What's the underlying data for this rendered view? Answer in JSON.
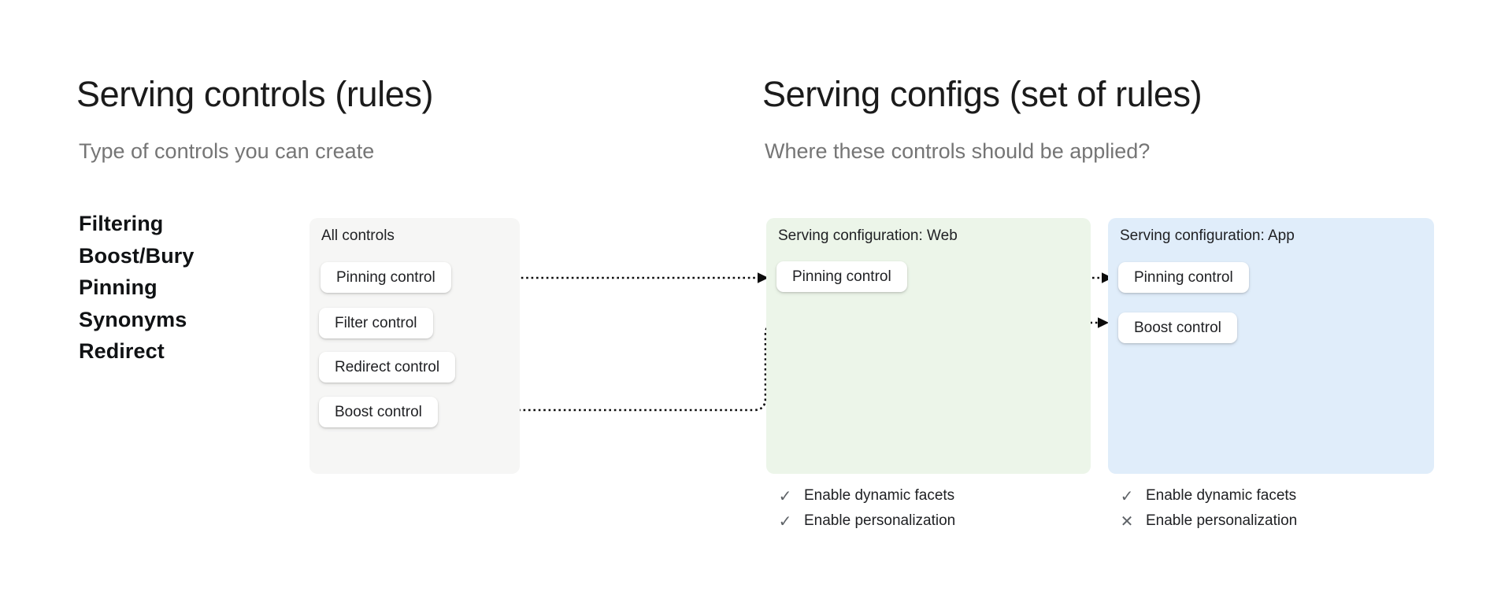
{
  "left_panel": {
    "title": "Serving controls (rules)",
    "subtitle": "Type of controls you can create",
    "control_types": [
      "Filtering",
      "Boost/Bury",
      "Pinning",
      "Synonyms",
      "Redirect"
    ]
  },
  "right_panel": {
    "title": "Serving configs (set of rules)",
    "subtitle": "Where these controls should be applied?"
  },
  "all_controls_card": {
    "title": "All controls",
    "background_color": "#F6F6F5",
    "controls": [
      "Pinning control",
      "Filter control",
      "Redirect control",
      "Boost control"
    ]
  },
  "web_config_card": {
    "title": "Serving configuration: Web",
    "background_color": "#ECF5E9",
    "controls": [
      "Pinning control"
    ],
    "features": [
      {
        "label": "Enable dynamic facets",
        "enabled": true,
        "icon": "check",
        "icon_glyph": "✓"
      },
      {
        "label": "Enable personalization",
        "enabled": true,
        "icon": "check",
        "icon_glyph": "✓"
      }
    ]
  },
  "app_config_card": {
    "title": "Serving configuration: App",
    "background_color": "#E0EDFA",
    "controls": [
      "Pinning control",
      "Boost control"
    ],
    "features": [
      {
        "label": "Enable dynamic facets",
        "enabled": true,
        "icon": "check",
        "icon_glyph": "✓"
      },
      {
        "label": "Enable personalization",
        "enabled": false,
        "icon": "cross",
        "icon_glyph": "✕"
      }
    ]
  },
  "arrows": {
    "color": "#0b0b0b",
    "line_style": "dotted",
    "connections": [
      {
        "from": "All controls / Pinning control",
        "to": "Serving configuration Web / Pinning control"
      },
      {
        "from": "Serving configuration Web / Pinning control",
        "to": "Serving configuration App / Pinning control"
      },
      {
        "from": "All controls / Boost control",
        "to": "Serving configuration App / Boost control"
      }
    ]
  }
}
